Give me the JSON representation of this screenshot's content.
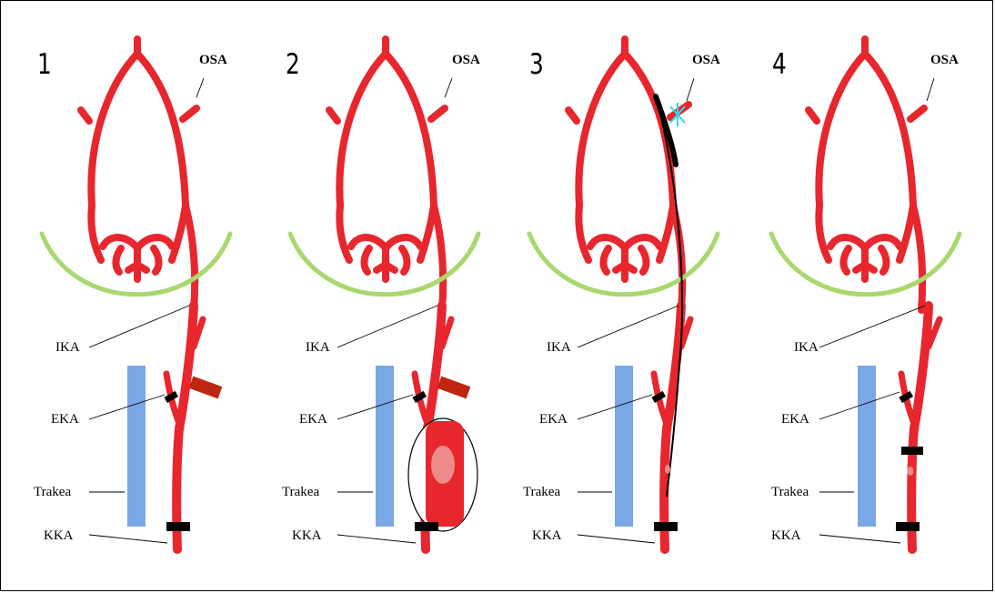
{
  "panels": [
    {
      "number": "1",
      "osa": "OSA",
      "ika": "IKA",
      "eka": "EKA",
      "trakea": "Trakea",
      "kka": "KKA"
    },
    {
      "number": "2",
      "osa": "OSA",
      "ika": "IKA",
      "eka": "EKA",
      "trakea": "Trakea",
      "kka": "KKA"
    },
    {
      "number": "3",
      "osa": "OSA",
      "ika": "IKA",
      "eka": "EKA",
      "trakea": "Trakea",
      "kka": "KKA"
    },
    {
      "number": "4",
      "osa": "OSA",
      "ika": "IKA",
      "eka": "EKA",
      "trakea": "Trakea",
      "kka": "KKA"
    }
  ],
  "colors": {
    "artery": "#e8262d",
    "clamp_black": "#000000",
    "clamp_brown": "#c02510",
    "trachea": "#7aa8e6",
    "skull_base": "#a8d86e",
    "suture": "#33d6f0"
  }
}
